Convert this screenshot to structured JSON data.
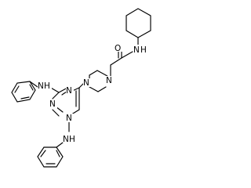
{
  "structure": {
    "atoms": {
      "amide_o": "O",
      "amide_n": "N",
      "amide_h": "H",
      "pip_n1": "N",
      "pip_n4": "N",
      "triazine_n1": "N",
      "triazine_n3": "N",
      "triazine_n5": "N",
      "aniline_upper_n": "N",
      "aniline_upper_h": "H",
      "aniline_lower_n": "N",
      "aniline_lower_h": "H"
    }
  }
}
